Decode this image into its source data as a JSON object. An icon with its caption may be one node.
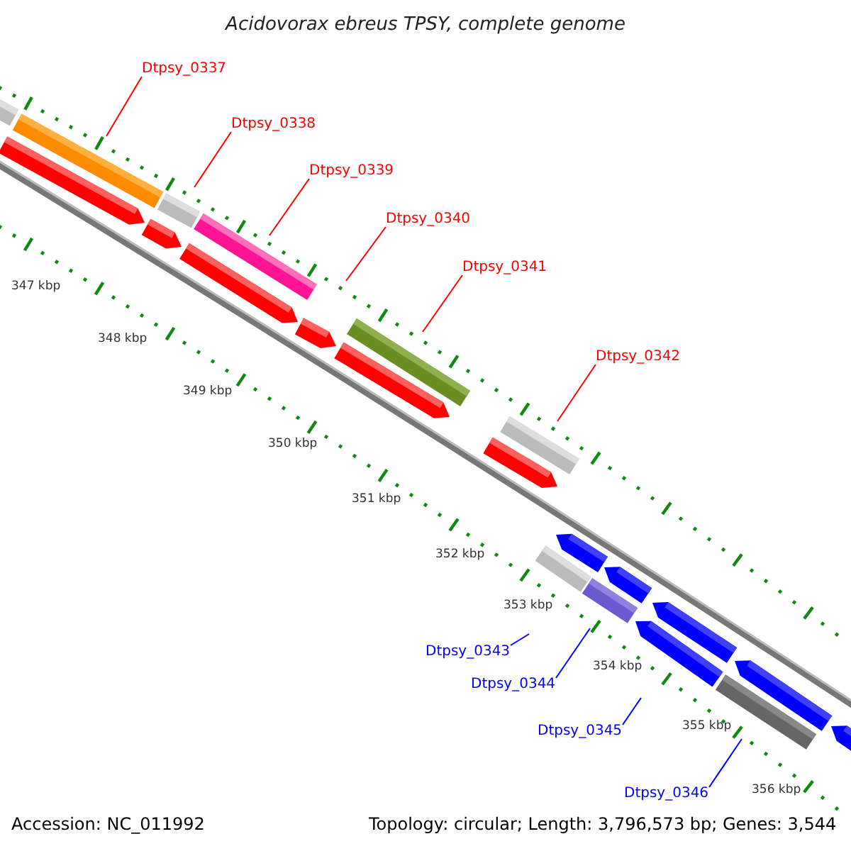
{
  "diagram": {
    "title": "Acidovorax ebreus TPSY, complete genome",
    "nodes": [
      {
        "text": [
          "Dtpsy_0337"
        ]
      },
      {
        "text": [
          "Dtpsy_0338"
        ]
      },
      {
        "text": [
          "Dtpsy_0339"
        ]
      },
      {
        "text": [
          "Dtpsy_0340"
        ]
      },
      {
        "text": [
          "Dtpsy_0341"
        ]
      },
      {
        "text": [
          "Dtpsy_0342"
        ]
      },
      {
        "text": [
          "Dtpsy_0343"
        ]
      },
      {
        "text": [
          "Dtpsy_0344"
        ]
      },
      {
        "text": [
          "Dtpsy_0345"
        ]
      },
      {
        "text": [
          "Dtpsy_0346"
        ]
      }
    ],
    "edges": [
      {
        "from": 0,
        "to": null,
        "arrow": "none"
      },
      {
        "from": 1,
        "to": null,
        "arrow": "none"
      },
      {
        "from": 2,
        "to": null,
        "arrow": "none"
      },
      {
        "from": 3,
        "to": null,
        "arrow": "none"
      },
      {
        "from": 4,
        "to": null,
        "arrow": "none"
      },
      {
        "from": 5,
        "to": null,
        "arrow": "none"
      },
      {
        "from": 6,
        "to": null,
        "arrow": "none",
        "color": "#0000ff"
      },
      {
        "from": 7,
        "to": null,
        "arrow": "none",
        "color": "#0000ff"
      },
      {
        "from": 8,
        "to": null,
        "arrow": "none",
        "color": "#0000ff"
      },
      {
        "from": 9,
        "to": null,
        "arrow": "none",
        "color": "#0000ff"
      }
    ],
    "labels": [
      "347 kbp",
      "348 kbp",
      "349 kbp",
      "350 kbp",
      "351 kbp",
      "352 kbp",
      "353 kbp",
      "354 kbp",
      "355 kbp",
      "356 kbp",
      "Accession: NC_011992",
      "Topology: circular; Length: 3,796,573 bp; Genes: 3,544"
    ]
  }
}
